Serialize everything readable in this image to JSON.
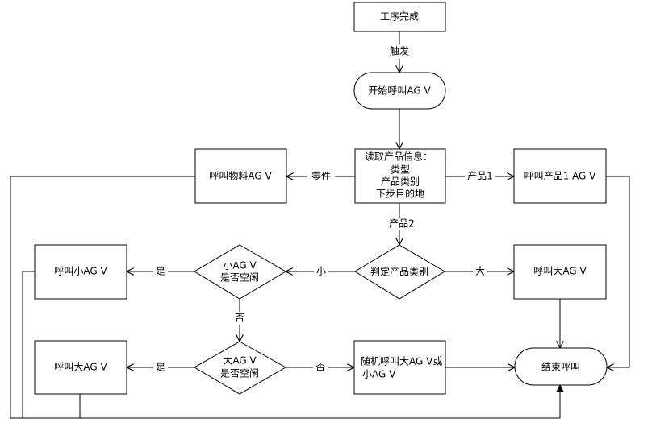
{
  "nodes": {
    "process_done": "工序完成",
    "start_call": "开始呼叫AG V",
    "read_info": [
      "读取产品信息：",
      "类型",
      "产品类别",
      "下步目的地"
    ],
    "call_material": "呼叫物料AG V",
    "call_product1": "呼叫产品1 AG V",
    "judge_category": "判定产品类别",
    "small_agv_idle": [
      "小AG V",
      "是否空闲"
    ],
    "call_small_agv": "呼叫小AG V",
    "call_big_agv_right": "呼叫大AG V",
    "big_agv_idle": [
      "大AG V",
      "是否空闲"
    ],
    "call_big_agv_left": "呼叫大AG V",
    "random_call": [
      "随机呼叫大AG V或",
      "小AG V"
    ],
    "end_call": "结束呼叫"
  },
  "edges": {
    "trigger": "触发",
    "part": "零件",
    "product1": "产品1",
    "product2": "产品2",
    "small": "小",
    "big": "大",
    "yes_small": "是",
    "no_small": "否",
    "yes_big": "是",
    "no_big": "否"
  }
}
